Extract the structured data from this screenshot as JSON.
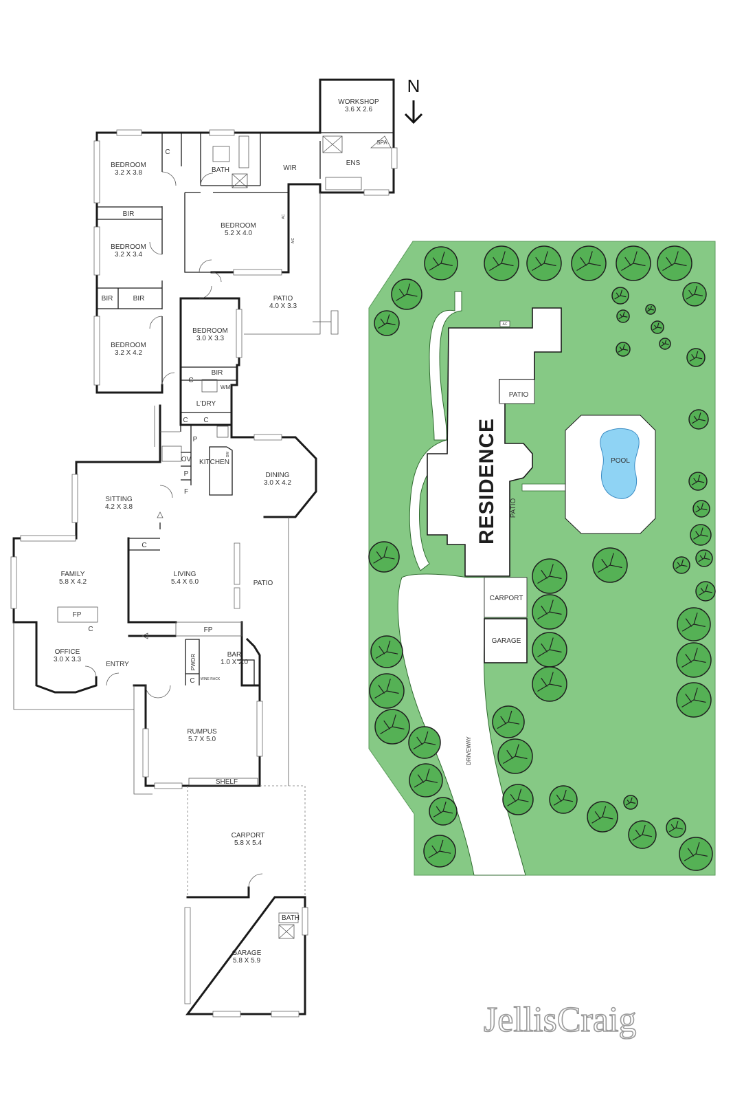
{
  "floor_plan": {
    "north_label": "N",
    "rooms": {
      "workshop": {
        "name": "WORKSHOP",
        "dims": "3.6 X 2.6"
      },
      "spa": "SPA",
      "ens": "ENS",
      "wir": "WIR",
      "bath_upper": "BATH",
      "c_upper": "C",
      "bedroom1": {
        "name": "BEDROOM",
        "dims": "3.2 X 3.8"
      },
      "bir1": "BIR",
      "bedroom_main": {
        "name": "BEDROOM",
        "dims": "5.2 X 4.0"
      },
      "ac1": "AC",
      "ac2": "A/C",
      "bedroom2": {
        "name": "BEDROOM",
        "dims": "3.2 X 3.4"
      },
      "bir2": "BIR",
      "bir3": "BIR",
      "patio_upper": {
        "name": "PATIO",
        "dims": "4.0 X 3.3"
      },
      "bedroom3": {
        "name": "BEDROOM",
        "dims": "3.2 X 4.2"
      },
      "bedroom4": {
        "name": "BEDROOM",
        "dims": "3.0 X 3.3"
      },
      "bir4": "BIR",
      "c_laundry": "C",
      "wm": "WM",
      "laundry": "L'DRY",
      "c_k1": "C",
      "c_k2": "C",
      "p1": "P",
      "ov": "OV",
      "p2": "P",
      "f": "F",
      "kitchen": "KITCHEN",
      "dw": "DW",
      "dining": {
        "name": "DINING",
        "dims": "3.0 X 4.2"
      },
      "sitting": {
        "name": "SITTING",
        "dims": "4.2 X 3.8"
      },
      "c_sitting": "C",
      "family": {
        "name": "FAMILY",
        "dims": "5.8 X 4.2"
      },
      "living": {
        "name": "LIVING",
        "dims": "5.4 X 6.0"
      },
      "patio_side": "PATIO",
      "fp1": "FP",
      "fp2": "FP",
      "c_office": "C",
      "office": {
        "name": "OFFICE",
        "dims": "3.0 X 3.3"
      },
      "entry": "ENTRY",
      "pwdr": "PWDR",
      "c_bar": "C",
      "wine_rack": "WINE RACK",
      "bar": {
        "name": "BAR",
        "dims": "1.0 X 2.0"
      },
      "rumpus": {
        "name": "RUMPUS",
        "dims": "5.7 X 5.0"
      },
      "shelf": "SHELF",
      "carport": {
        "name": "CARPORT",
        "dims": "5.8 X 5.4"
      },
      "bath_garage": "BATH",
      "garage": {
        "name": "GARAGE",
        "dims": "5.8 X 5.9"
      }
    }
  },
  "site_plan": {
    "residence": "RESIDENCE",
    "patio_top": "PATIO",
    "patio_side": "PATIO",
    "pool": "POOL",
    "carport": "CARPORT",
    "garage": "GARAGE",
    "driveway": "DRIVEWAY",
    "ac": "AC"
  },
  "brand": "JellisCraig",
  "colors": {
    "lawn": "#86c985",
    "tree": "#55b155",
    "line": "#1a1a1a"
  }
}
